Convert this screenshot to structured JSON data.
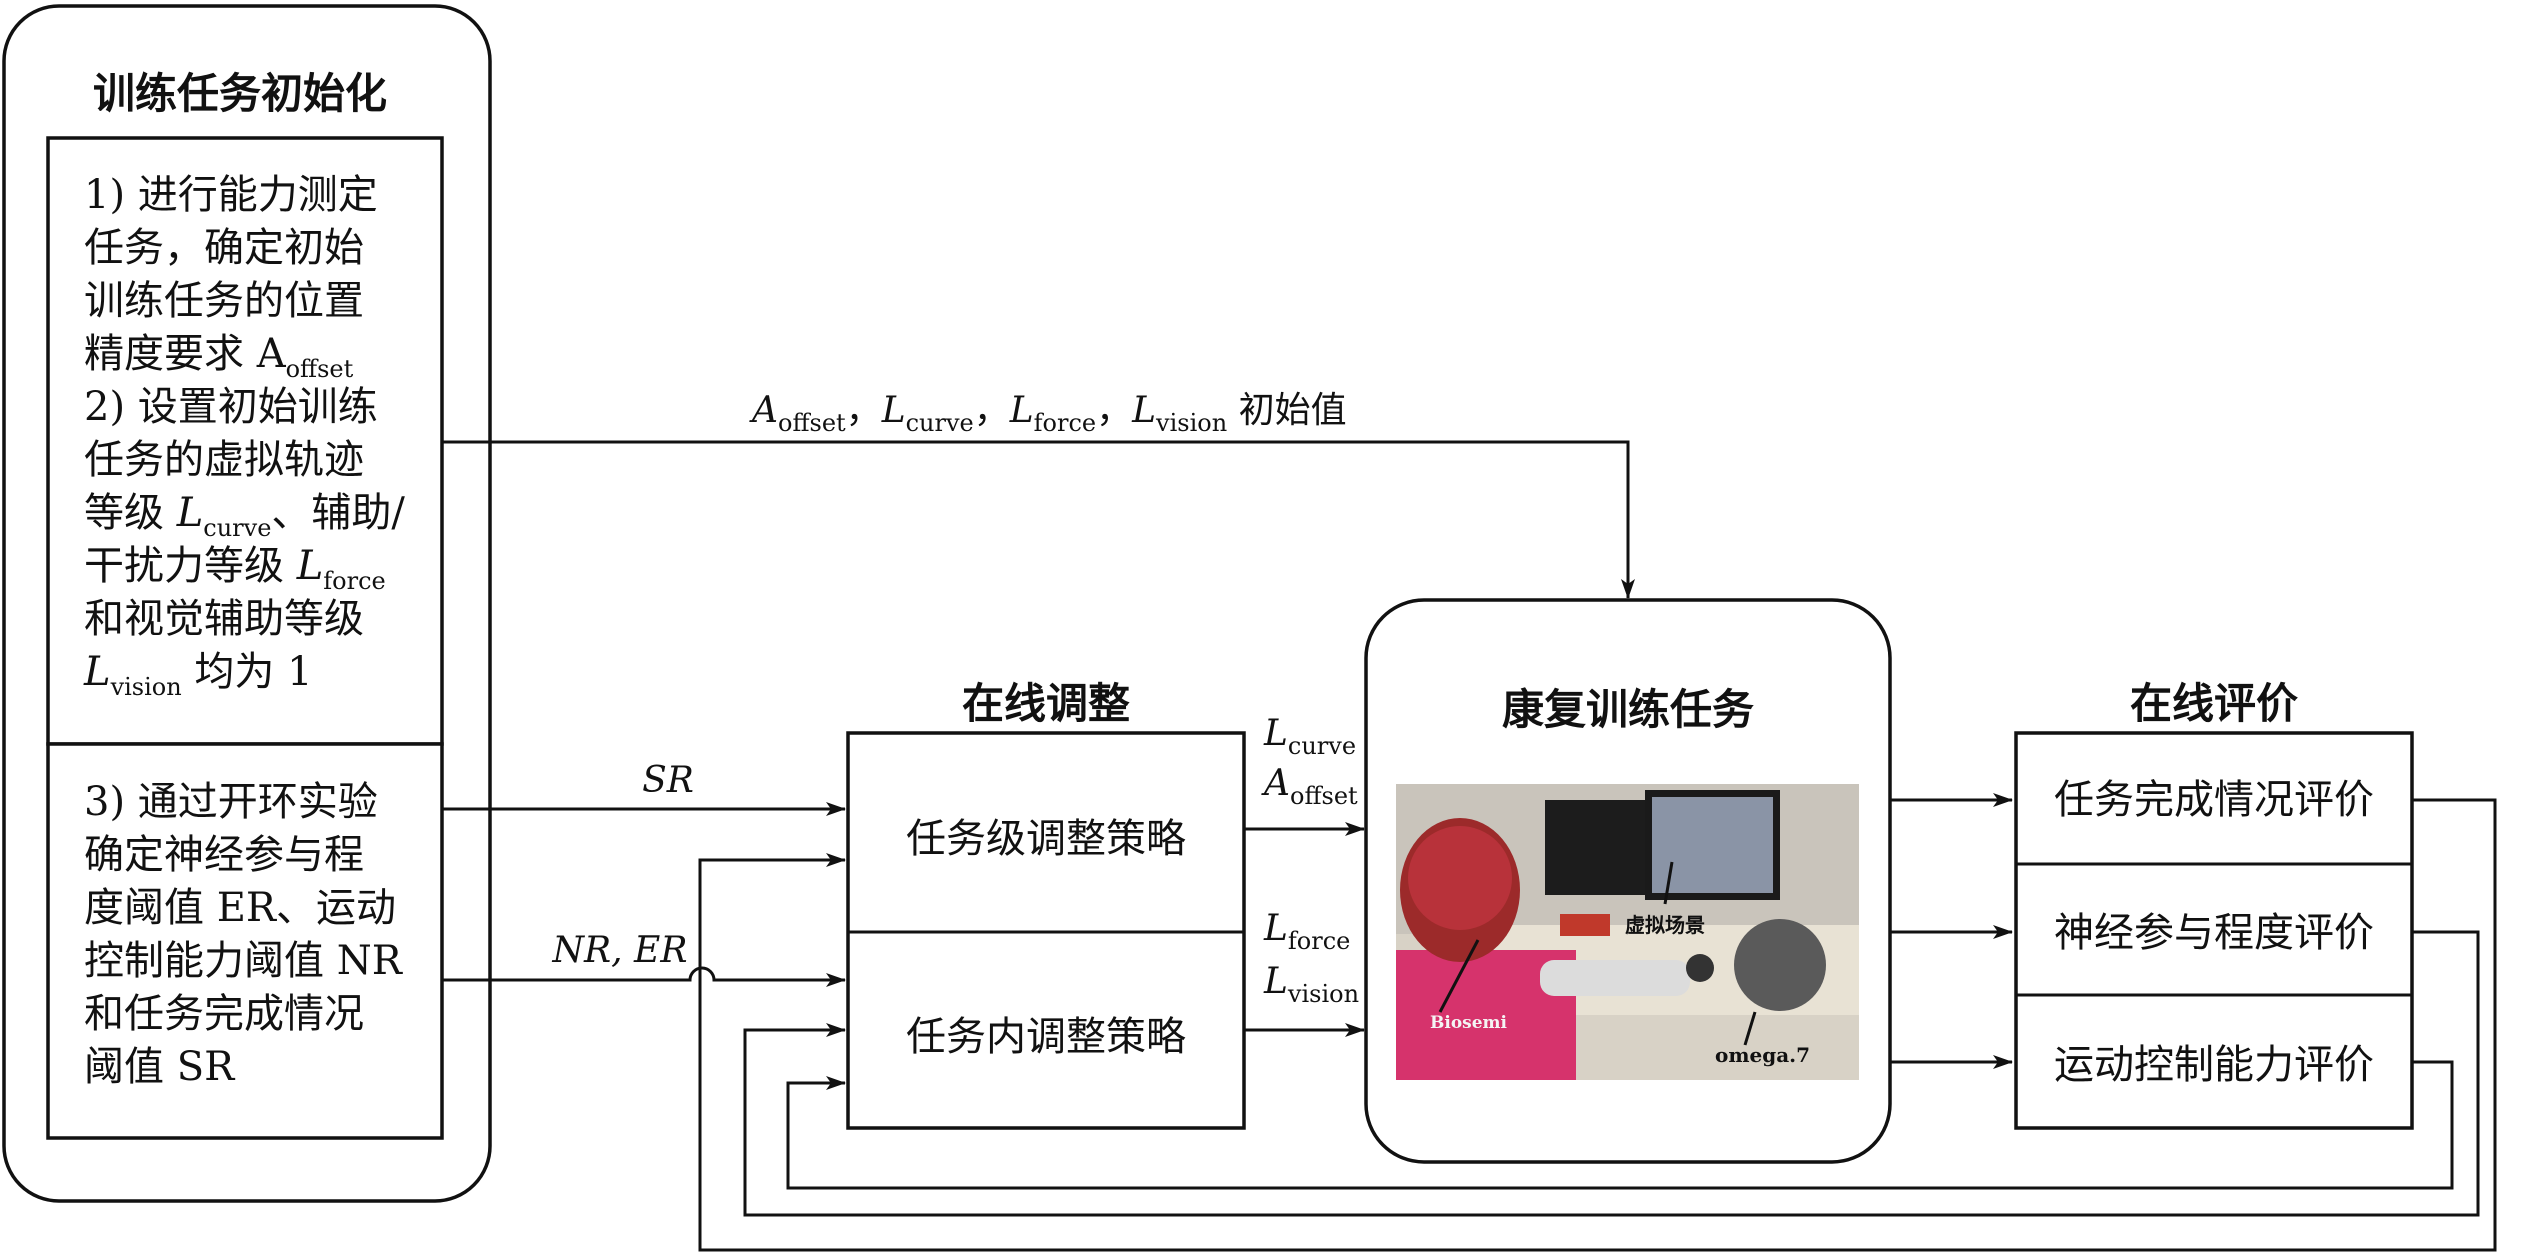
{
  "init": {
    "title": "训练任务初始化",
    "step1_lines": [
      "1) 进行能力测定",
      "任务，确定初始",
      "训练任务的位置",
      "精度要求 A"
    ],
    "step1_sub": "offset",
    "step2_lines": [
      "2) 设置初始训练",
      "任务的虚拟轨迹"
    ],
    "step2_l_curve": {
      "prefix": "等级 ",
      "var": "L",
      "sub": "curve",
      "suffix": "、辅助/"
    },
    "step2_l_force": {
      "prefix": "干扰力等级 ",
      "var": "L",
      "sub": "force"
    },
    "step2_line_vision_pre": "和视觉辅助等级",
    "step2_l_vision": {
      "var": "L",
      "sub": "vision",
      "suffix": " 均为 1"
    },
    "step3_lines": [
      "3) 通过开环实验",
      "确定神经参与程",
      "度阈值 ER、运动",
      "控制能力阈值 NR",
      "和任务完成情况",
      "阈值 SR"
    ]
  },
  "top_label": {
    "parts": [
      {
        "var": "A",
        "sub": "offset",
        "sep": "，"
      },
      {
        "var": "L",
        "sub": "curve",
        "sep": "，"
      },
      {
        "var": "L",
        "sub": "force",
        "sep": "，"
      },
      {
        "var": "L",
        "sub": "vision",
        "sep": " 初始值"
      }
    ]
  },
  "arrow_labels": {
    "sr": "SR",
    "nr_er": "NR, ER",
    "adj1_top": {
      "var": "L",
      "sub": "curve"
    },
    "adj1_bottom": {
      "var": "A",
      "sub": "offset"
    },
    "adj2_top": {
      "var": "L",
      "sub": "force"
    },
    "adj2_bottom": {
      "var": "L",
      "sub": "vision"
    }
  },
  "adjust": {
    "title": "在线调整",
    "task_level": "任务级调整策略",
    "within_task": "任务内调整策略"
  },
  "rehab": {
    "title": "康复训练任务",
    "photo_labels": {
      "virtual_scene": "虚拟场景",
      "biosemi": "Biosemi",
      "omega": "omega.7"
    }
  },
  "evaluate": {
    "title": "在线评价",
    "items": [
      "任务完成情况评价",
      "神经参与程度评价",
      "运动控制能力评价"
    ]
  }
}
